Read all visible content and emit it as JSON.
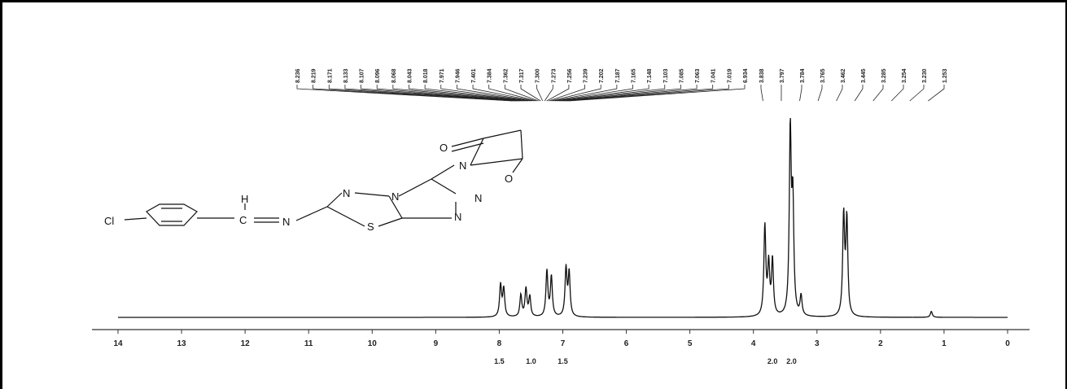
{
  "chart_data": {
    "type": "line",
    "title": "",
    "xlabel": "",
    "ylabel": "",
    "xlim": [
      14,
      0
    ],
    "x_reversed": true,
    "x_ticks": [
      14,
      13,
      12,
      11,
      10,
      9,
      8,
      7,
      6,
      5,
      4,
      3,
      2,
      1,
      0
    ],
    "grid": false,
    "peaks": [
      {
        "ppm": 7.98,
        "intensity": 0.16
      },
      {
        "ppm": 7.93,
        "intensity": 0.14
      },
      {
        "ppm": 7.66,
        "intensity": 0.11
      },
      {
        "ppm": 7.58,
        "intensity": 0.14
      },
      {
        "ppm": 7.52,
        "intensity": 0.1
      },
      {
        "ppm": 7.25,
        "intensity": 0.23
      },
      {
        "ppm": 7.18,
        "intensity": 0.2
      },
      {
        "ppm": 6.95,
        "intensity": 0.24
      },
      {
        "ppm": 6.9,
        "intensity": 0.22
      },
      {
        "ppm": 3.82,
        "intensity": 0.45
      },
      {
        "ppm": 3.76,
        "intensity": 0.25
      },
      {
        "ppm": 3.7,
        "intensity": 0.28
      },
      {
        "ppm": 3.42,
        "intensity": 0.92
      },
      {
        "ppm": 3.38,
        "intensity": 0.55
      },
      {
        "ppm": 3.25,
        "intensity": 0.1
      },
      {
        "ppm": 2.58,
        "intensity": 0.5
      },
      {
        "ppm": 2.53,
        "intensity": 0.48
      },
      {
        "ppm": 1.2,
        "intensity": 0.03
      }
    ],
    "peak_labels_left": [
      "8.236",
      "8.219",
      "8.171",
      "8.133",
      "8.107",
      "8.096",
      "8.068",
      "8.043",
      "8.018",
      "7.971",
      "7.946",
      "7.401",
      "7.384",
      "7.362",
      "7.317",
      "7.300",
      "7.273",
      "7.256",
      "7.239",
      "7.202",
      "7.187",
      "7.165",
      "7.148",
      "7.103",
      "7.085",
      "7.063",
      "7.041",
      "7.019",
      "6.934"
    ],
    "peak_labels_right": [
      "3.838",
      "3.797",
      "3.784",
      "3.765",
      "3.462",
      "3.445",
      "3.285",
      "3.254",
      "3.230",
      "1.253"
    ],
    "integrals": [
      {
        "ppm": 8.0,
        "label": "1.5"
      },
      {
        "ppm": 7.5,
        "label": "1.0"
      },
      {
        "ppm": 7.0,
        "label": "1.5"
      },
      {
        "ppm": 3.7,
        "label": "2.0"
      },
      {
        "ppm": 3.4,
        "label": "2.0"
      }
    ]
  },
  "structure": {
    "labels": {
      "cl": "Cl",
      "h": "H",
      "imine_c": "C",
      "imine_n": "N",
      "n_thiadiazole": "N",
      "n_bridge": "N",
      "n_triazole_1": "N",
      "n_triazole_2": "N",
      "s": "S",
      "o_top": "O",
      "o_bottom": "O",
      "n_imide": "N"
    }
  }
}
